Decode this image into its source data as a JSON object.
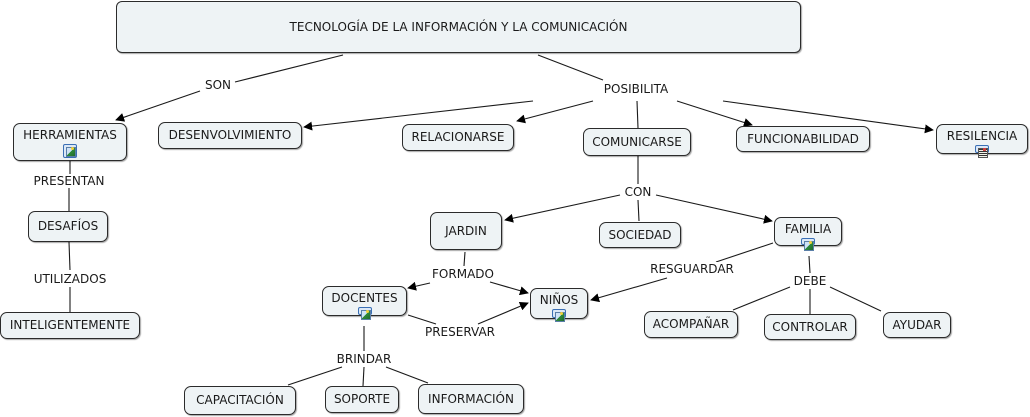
{
  "main_topic": "TECNOLOGÍA DE LA INFORMACIÓN Y LA COMUNICACIÓN",
  "concepts": {
    "herramientas": {
      "label": "HERRAMIENTAS",
      "icon": "image-icon"
    },
    "desafios": {
      "label": "DESAFÍOS"
    },
    "inteligentemente": {
      "label": "INTELIGENTEMENTE"
    },
    "desenvolvimiento": {
      "label": "DESENVOLVIMIENTO"
    },
    "relacionarse": {
      "label": "RELACIONARSE"
    },
    "comunicarse": {
      "label": "COMUNICARSE"
    },
    "funcionabilidad": {
      "label": "FUNCIONABILIDAD"
    },
    "resilencia": {
      "label": "RESILENCIA",
      "icon": "document-icon"
    },
    "jardin": {
      "label": "JARDIN"
    },
    "sociedad": {
      "label": "SOCIEDAD"
    },
    "familia": {
      "label": "FAMILIA",
      "icon": "image-icon"
    },
    "docentes": {
      "label": "DOCENTES",
      "icon": "image-icon"
    },
    "ninos": {
      "label": "NIÑOS",
      "icon": "image-icon"
    },
    "acompanar": {
      "label": "ACOMPAÑAR"
    },
    "controlar": {
      "label": "CONTROLAR"
    },
    "ayudar": {
      "label": "AYUDAR"
    },
    "capacitacion": {
      "label": "CAPACITACIÓN"
    },
    "soporte": {
      "label": "SOPORTE"
    },
    "informacion": {
      "label": "INFORMACIÓN"
    }
  },
  "linking_phrases": {
    "son": "SON",
    "posibilita": "POSIBILITA",
    "presentan": "PRESENTAN",
    "utilizados": "UTILIZADOS",
    "con": "CON",
    "formado": "FORMADO",
    "resguardar": "RESGUARDAR",
    "debe": "DEBE",
    "preservar": "PRESERVAR",
    "brindar": "BRINDAR"
  },
  "colors": {
    "concept_fill": "#eef3f5",
    "concept_border": "#2b2b2b",
    "line": "#1a1a1a",
    "icon_border": "#3a6fb5"
  }
}
